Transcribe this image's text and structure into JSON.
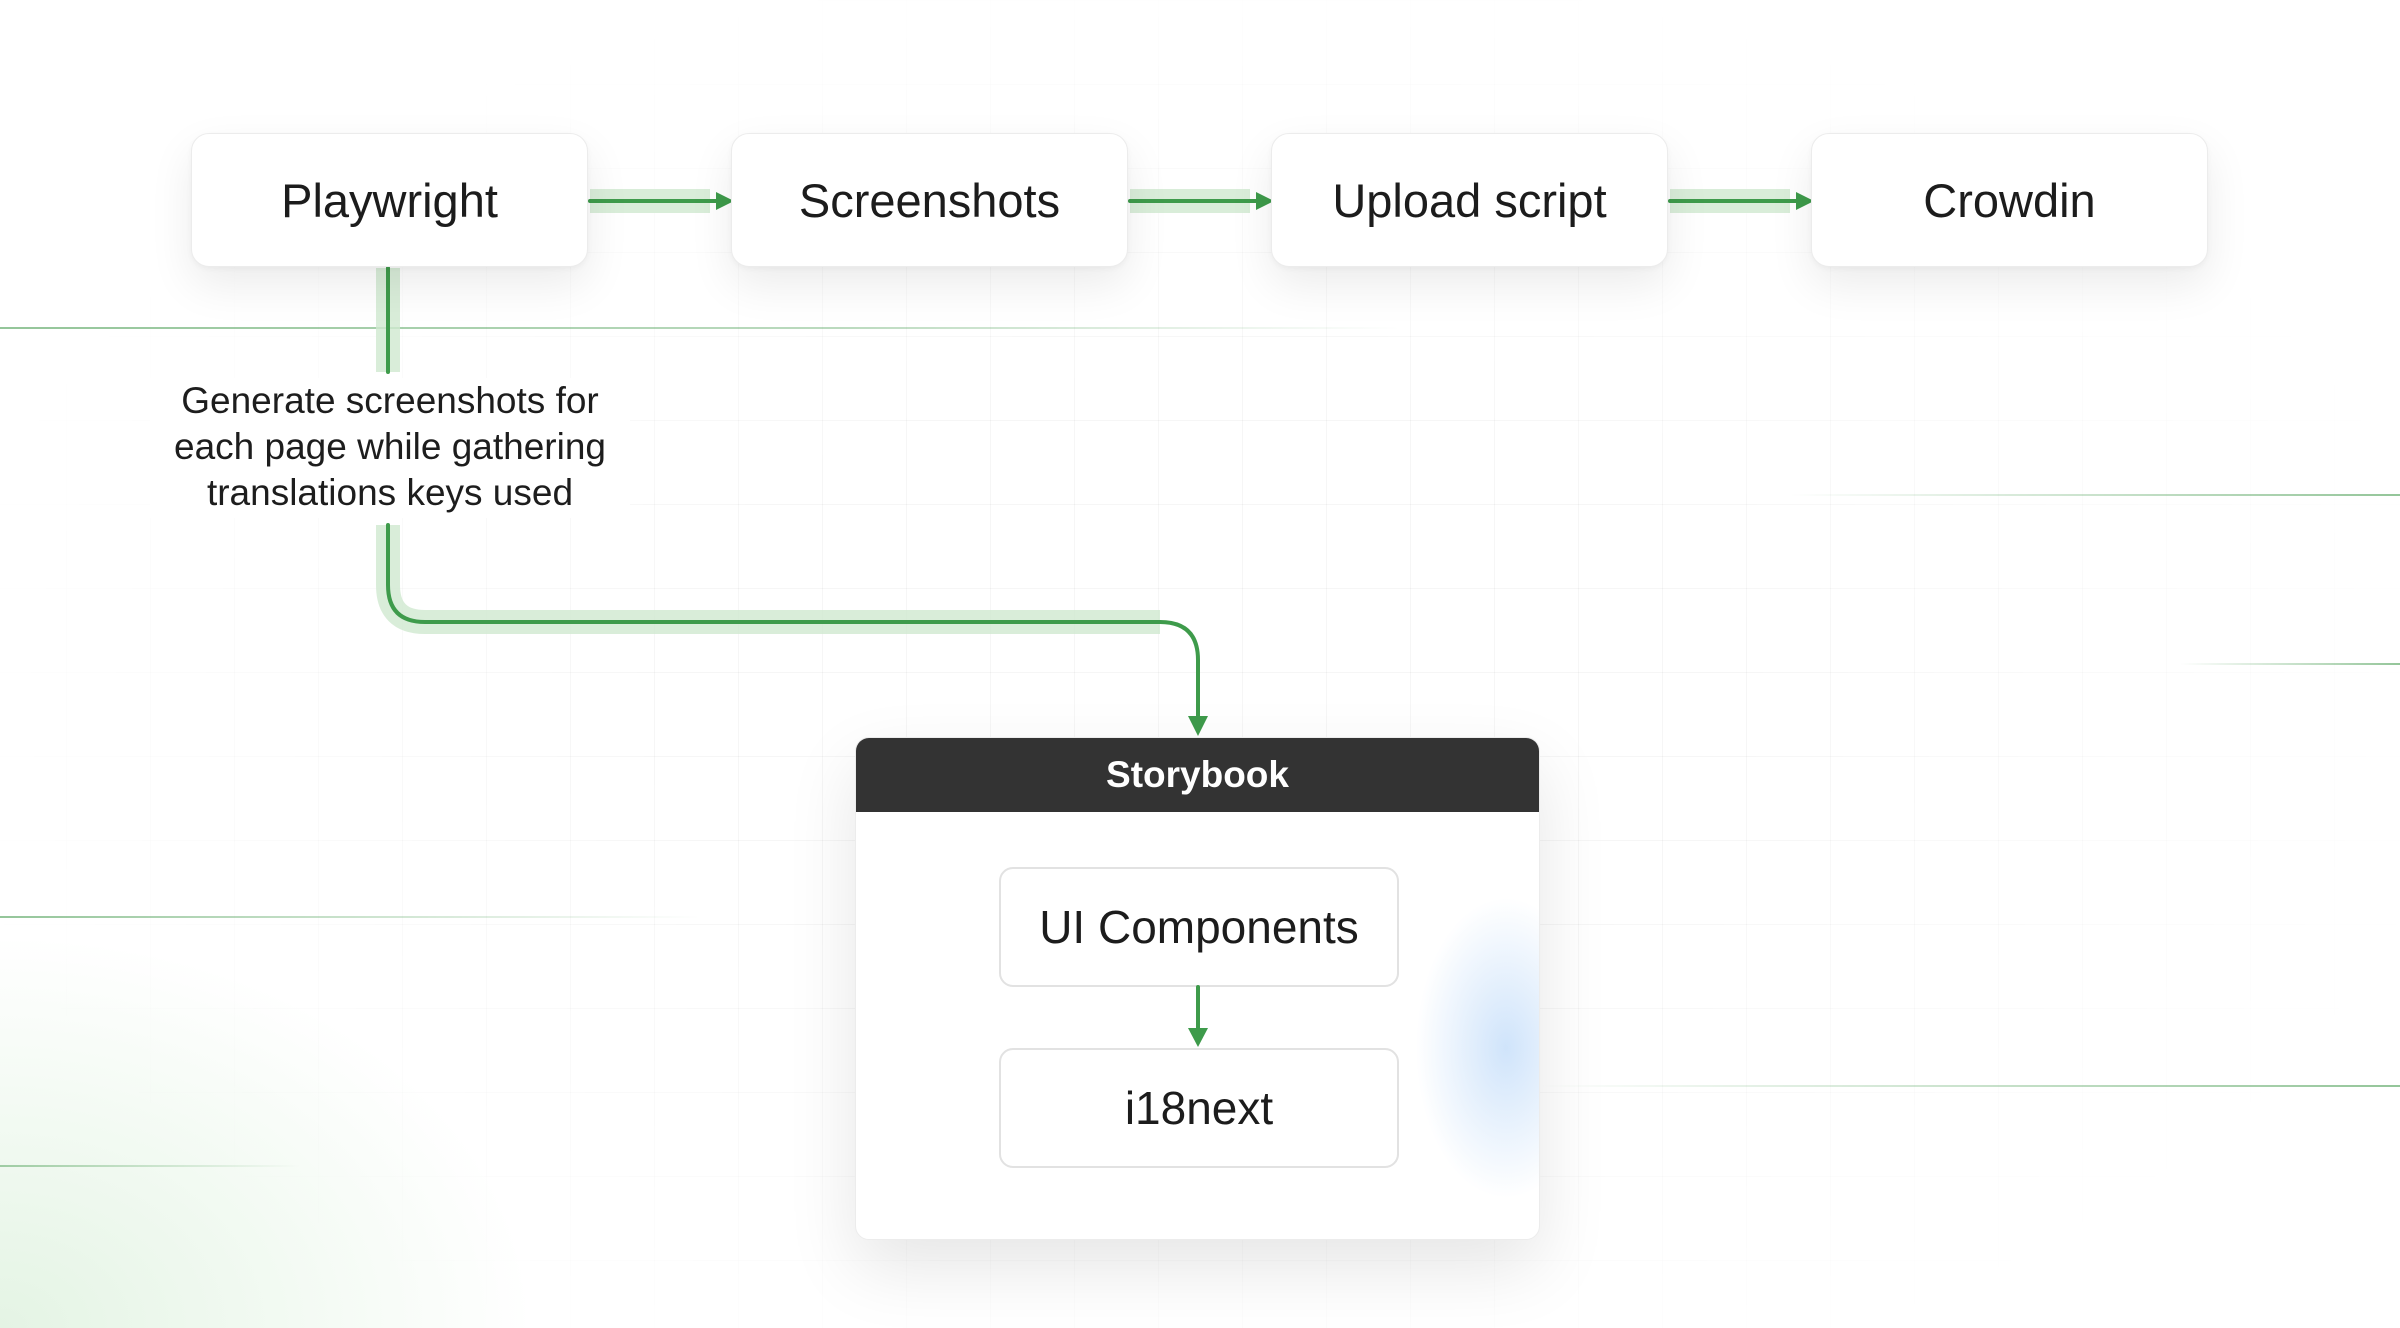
{
  "pipeline": {
    "steps": [
      {
        "label": "Playwright"
      },
      {
        "label": "Screenshots"
      },
      {
        "label": "Upload script"
      },
      {
        "label": "Crowdin"
      }
    ]
  },
  "annotation": {
    "lines": [
      "Generate screenshots for",
      "each page while gathering",
      "translations keys used"
    ]
  },
  "storybook": {
    "title": "Storybook",
    "components_label": "UI Components",
    "library_label": "i18next"
  },
  "colors": {
    "connector": "#3e9b4b",
    "connector_glow": "#cfe8d0",
    "header_bg": "#333333"
  }
}
